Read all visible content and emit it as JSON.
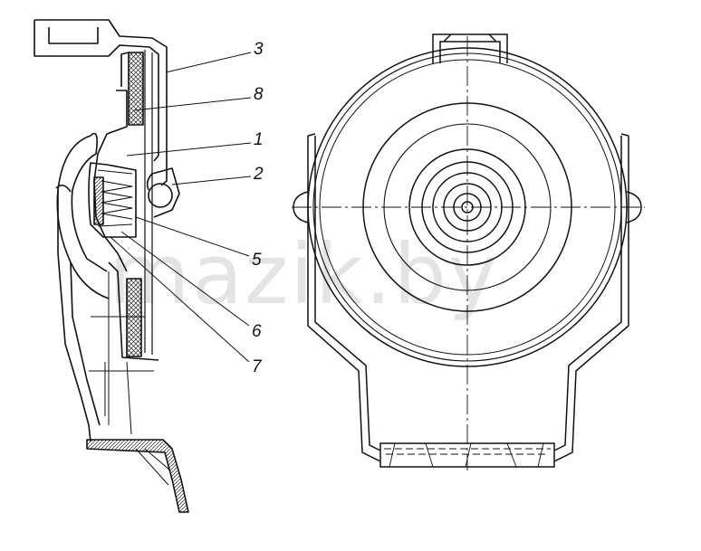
{
  "callouts": {
    "label_3": "3",
    "label_8": "8",
    "label_1": "1",
    "label_2": "2",
    "label_5": "5",
    "label_6": "6",
    "label_7": "7"
  },
  "watermark": "mazik.by",
  "colors": {
    "line": "#111111",
    "hatch": "#222222",
    "paper": "#ffffff"
  }
}
